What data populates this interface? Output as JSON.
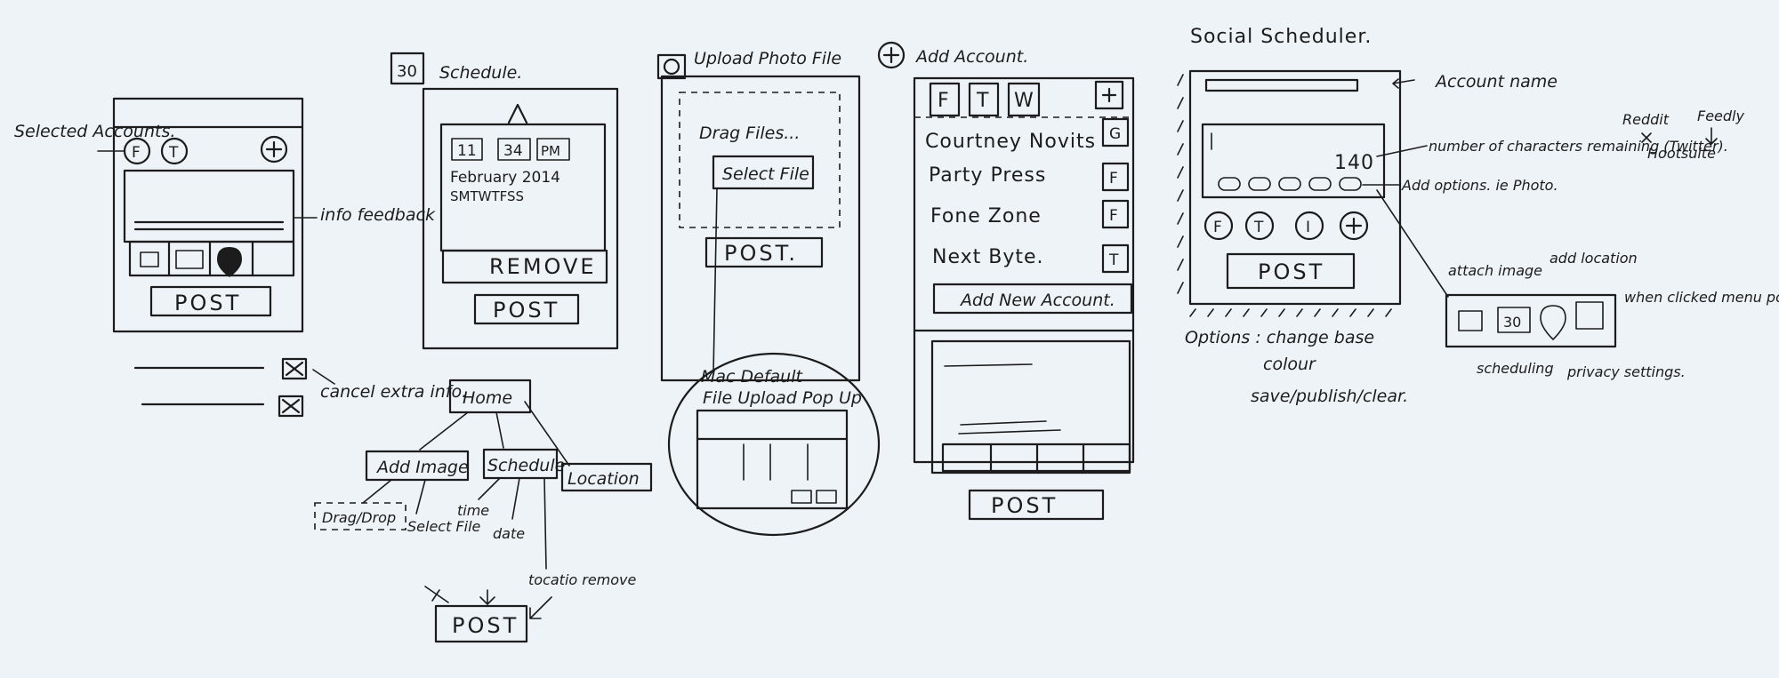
{
  "wire1": {
    "selected_accounts": "Selected Accounts.",
    "info_feedback": "info feedback",
    "cancel_extra_info": "cancel extra info.",
    "post": "POST",
    "icon_f": "F",
    "icon_t": "T"
  },
  "wire2": {
    "title": "Schedule.",
    "calendar_day": "30",
    "hour": "11",
    "minute": "34",
    "ampm": "PM",
    "month": "February 2014",
    "weekdays": "SMTWTFSS",
    "remove": "REMOVE",
    "post": "POST"
  },
  "tree": {
    "home": "Home",
    "add_image": "Add Image",
    "schedule": "Schedule",
    "location": "Location",
    "drag_drop": "Drag/Drop",
    "select_file": "Select File",
    "time": "time",
    "date": "date",
    "tocatio_remove": "tocatio remove",
    "post": "POST"
  },
  "wire3": {
    "title": "Upload Photo File",
    "drag_files": "Drag Files...",
    "select_file": "Select File",
    "post": "POST.",
    "mac_popup_line1": "Mac Default",
    "mac_popup_line2": "File Upload Pop Up"
  },
  "wire4": {
    "title": "Add Account.",
    "tabs": [
      "F",
      "T",
      "W"
    ],
    "accounts": [
      {
        "name": "Courtney Novits",
        "badge": "G"
      },
      {
        "name": "Party Press",
        "badge": "F"
      },
      {
        "name": "Fone Zone",
        "badge": "F"
      },
      {
        "name": "Next Byte.",
        "badge": "T"
      }
    ],
    "add_new": "Add New Account.",
    "post": "POST"
  },
  "wire5": {
    "title": "Social Scheduler.",
    "account_name": "Account name",
    "char_count": "140",
    "chars_remaining": "number of characters remaining (Twitter).",
    "add_options": "Add options. ie Photo.",
    "post": "POST",
    "circle_icons": [
      "F",
      "T",
      "I"
    ],
    "options_note_line1": "Options : change base",
    "options_note_line2": "colour",
    "options_note_line3": "save/publish/clear.",
    "reddit": "Reddit",
    "feedly": "Feedly",
    "hootsuite": "Hootsuite",
    "attach_image": "attach image",
    "add_location": "add location",
    "when_clicked": "when clicked menu pops up (not static). changes with selection",
    "scheduling": "scheduling",
    "privacy": "privacy settings.",
    "menu_day": "30"
  }
}
